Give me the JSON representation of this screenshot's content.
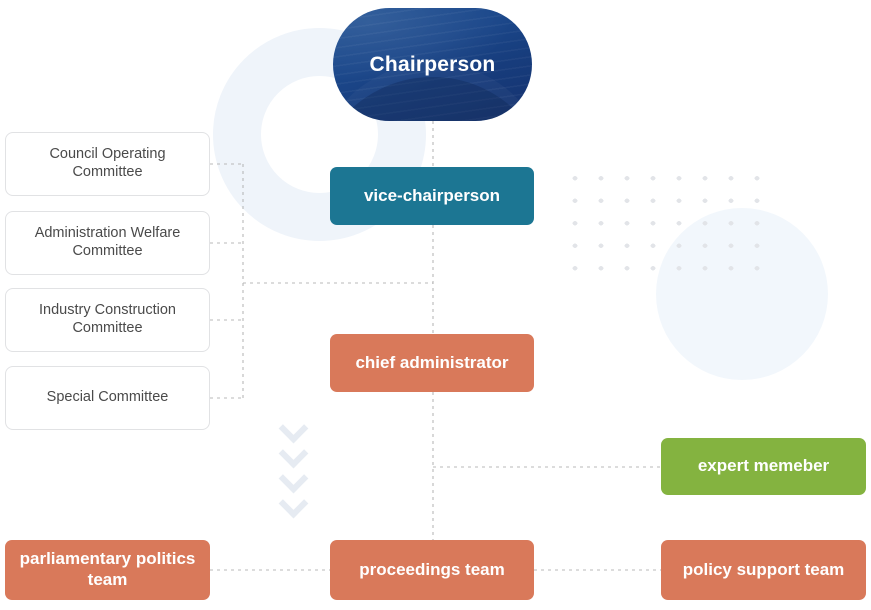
{
  "chart_data": {
    "type": "diagram",
    "title": "Organization Chart",
    "orientation": "top-down",
    "nodes": [
      {
        "id": "chairperson",
        "label": "Chairperson",
        "color": "#1b478a",
        "level": 0
      },
      {
        "id": "vice",
        "label": "vice-chairperson",
        "color": "#1c7693",
        "level": 1
      },
      {
        "id": "chief",
        "label": "chief administrator",
        "color": "#d9795a",
        "level": 2
      },
      {
        "id": "expert",
        "label": "expert memeber",
        "color": "#84b340",
        "level": 3
      },
      {
        "id": "committee-0",
        "label": "Council Operating Committee",
        "color": "#ffffff",
        "level": 1
      },
      {
        "id": "committee-1",
        "label": "Administration Welfare Committee",
        "color": "#ffffff",
        "level": 1
      },
      {
        "id": "committee-2",
        "label": "Industry Construction Committee",
        "color": "#ffffff",
        "level": 1
      },
      {
        "id": "committee-3",
        "label": "Special Committee",
        "color": "#ffffff",
        "level": 1
      },
      {
        "id": "team-parliamentary",
        "label": "parliamentary politics team",
        "color": "#d9795a",
        "level": 4
      },
      {
        "id": "team-proceedings",
        "label": "proceedings team",
        "color": "#d9795a",
        "level": 4
      },
      {
        "id": "team-policy",
        "label": "policy support team",
        "color": "#d9795a",
        "level": 4
      }
    ],
    "edges": [
      {
        "from": "chairperson",
        "to": "vice"
      },
      {
        "from": "vice",
        "to": "chief"
      },
      {
        "from": "chief",
        "to": "expert"
      },
      {
        "from": "chief",
        "to": "team-proceedings"
      },
      {
        "from": "vice",
        "to": "committee-0"
      },
      {
        "from": "vice",
        "to": "committee-1"
      },
      {
        "from": "vice",
        "to": "committee-2"
      },
      {
        "from": "vice",
        "to": "committee-3"
      },
      {
        "from": "team-parliamentary",
        "to": "team-proceedings"
      },
      {
        "from": "team-proceedings",
        "to": "team-policy"
      }
    ]
  },
  "top": {
    "chairperson": "Chairperson"
  },
  "center": {
    "vice_chairperson": "vice-chairperson",
    "chief_administrator": "chief administrator"
  },
  "right": {
    "expert_member": "expert memeber"
  },
  "committees": [
    {
      "label": "Council Operating Committee"
    },
    {
      "label": "Administration Welfare Committee"
    },
    {
      "label": "Industry Construction Committee"
    },
    {
      "label": "Special Committee"
    }
  ],
  "teams": {
    "parliamentary": "parliamentary politics team",
    "proceedings": "proceedings team",
    "policy": "policy support team"
  },
  "colors": {
    "navy": "#1b478a",
    "teal": "#1c7693",
    "coral": "#d9795a",
    "green": "#84b340",
    "box_border": "#e1e2e4",
    "text_dark": "#4a4a4a",
    "connector": "#b8b8b8",
    "deco_blue_light": "#eff4fa",
    "deco_blue_circle": "#f2f7fc",
    "deco_dot": "#e2e4e8",
    "chevron": "#e6ebf2"
  }
}
